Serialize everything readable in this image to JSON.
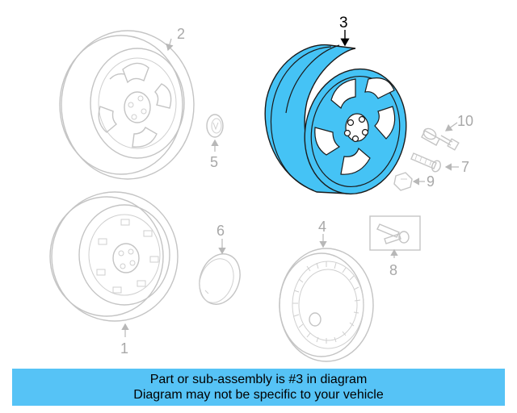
{
  "callouts": {
    "c1": "1",
    "c2": "2",
    "c3": "3",
    "c4": "4",
    "c5": "5",
    "c6": "6",
    "c7": "7",
    "c8": "8",
    "c9": "9",
    "c10": "10"
  },
  "highlight_color": "#45c3f5",
  "banner": {
    "line1": "Part or sub-assembly is #3 in diagram",
    "line2": "Diagram may not be specific to your vehicle",
    "color": "#56c3f6"
  }
}
